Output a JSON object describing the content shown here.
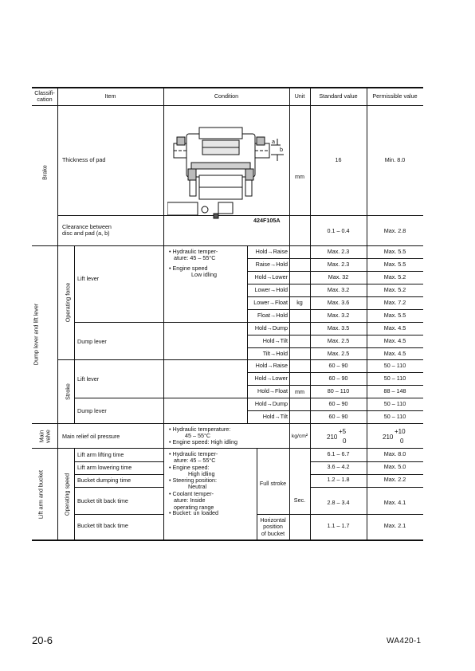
{
  "header": {
    "classification": "Classifi-\ncation",
    "item": "Item",
    "condition": "Condition",
    "unit": "Unit",
    "standard": "Standard value",
    "permissible": "Permissible value"
  },
  "brake": {
    "group": "Brake",
    "thickness_item": "Thickness of pad",
    "figure_label_a": "a",
    "figure_label_b": "b",
    "figure_caption": "424F105A",
    "unit": "mm",
    "thickness_std": "16",
    "thickness_perm": "Min. 8.0",
    "clearance_item": "Clearance between\ndisc and pad (a, b)",
    "clearance_std": "0.1 – 0.4",
    "clearance_perm": "Max. 2.8"
  },
  "dump": {
    "group": "Dump lever and lift lever",
    "force_group": "Operating force",
    "stroke_group": "Stroke",
    "lift_lever": "Lift lever",
    "dump_lever": "Dump lever",
    "cond1": "• Hydraulic temper-\n   ature: 45 – 55°C",
    "cond2": "• Engine speed",
    "cond3": "Low idling",
    "force_unit": "kg",
    "stroke_unit": "mm",
    "force_rows": [
      {
        "op": "Hold→Raise",
        "std": "Max. 2.3",
        "perm": "Max. 5.5"
      },
      {
        "op": "Raise→Hold",
        "std": "Max. 2.3",
        "perm": "Max. 5.5"
      },
      {
        "op": "Hold→Lower",
        "std": "Max. 32",
        "perm": "Max. 5.2"
      },
      {
        "op": "Lower→Hold",
        "std": "Max. 3.2",
        "perm": "Max. 5.2"
      },
      {
        "op": "Lower→Float",
        "std": "Max. 3.6",
        "perm": "Max. 7.2"
      },
      {
        "op": "Float→Hold",
        "std": "Max. 3.2",
        "perm": "Max. 5.5"
      },
      {
        "op": "Hold→Dump",
        "std": "Max. 3.5",
        "perm": "Max. 4.5"
      },
      {
        "op": "Hold→Tilt",
        "std": "Max. 2.5",
        "perm": "Max. 4.5"
      },
      {
        "op": "Tilt→Hold",
        "std": "Max. 2.5",
        "perm": "Max. 4.5"
      }
    ],
    "stroke_rows": [
      {
        "op": "Hold→Raise",
        "std": "60 – 90",
        "perm": "50 – 110"
      },
      {
        "op": "Hold→Lower",
        "std": "60 – 90",
        "perm": "50 – 110"
      },
      {
        "op": "Hold→Float",
        "std": "80 – 110",
        "perm": "88 – 148"
      },
      {
        "op": "Hold→Dump",
        "std": "60 – 90",
        "perm": "50 – 110"
      },
      {
        "op": "Hold→Tilt",
        "std": "60 – 90",
        "perm": "50 – 110"
      }
    ]
  },
  "main_valve": {
    "group": "Main\nvalve",
    "item": "Main relief oil pressure",
    "cond1": "• Hydraulic temperature:",
    "cond2": "45 – 55°C",
    "cond3": "• Engine speed: High idling",
    "unit": "kg/cm²",
    "std_base": "210",
    "std_sup": "+5",
    "std_sub": "0",
    "perm_base": "210",
    "perm_sup": "+10",
    "perm_sub": "0"
  },
  "lift_arm": {
    "group": "Lift arm and bucket",
    "subgroup": "Operating speed",
    "cond1": "• Hydraulic temper-\n   ature: 45 – 55°C",
    "cond2": "• Engine speed:\n            High idling",
    "cond3": "• Steering position:\n            Neutral",
    "cond4": "• Coolant temper-\n   ature: Inside\n   operating range",
    "cond5": "• Bucket: un loaded",
    "full_stroke": "Full stroke",
    "horizontal": "Horizontal\nposition\nof bucket",
    "unit": "Sec.",
    "rows": [
      {
        "item": "Lift arm lifting time",
        "std": "6.1 – 6.7",
        "perm": "Max. 8.0"
      },
      {
        "item": "Lift arm lowering time",
        "std": "3.6 – 4.2",
        "perm": "Max. 5.0"
      },
      {
        "item": "Bucket dumping time",
        "std": "1.2 – 1.8",
        "perm": "Max. 2.2"
      },
      {
        "item": "Bucket tilt back time",
        "std": "2.8 – 3.4",
        "perm": "Max. 4.1"
      },
      {
        "item": "Bucket tilt back time",
        "std": "1.1 – 1.7",
        "perm": "Max. 2.1"
      }
    ]
  },
  "footer": {
    "page": "20-6",
    "model": "WA420-1"
  }
}
